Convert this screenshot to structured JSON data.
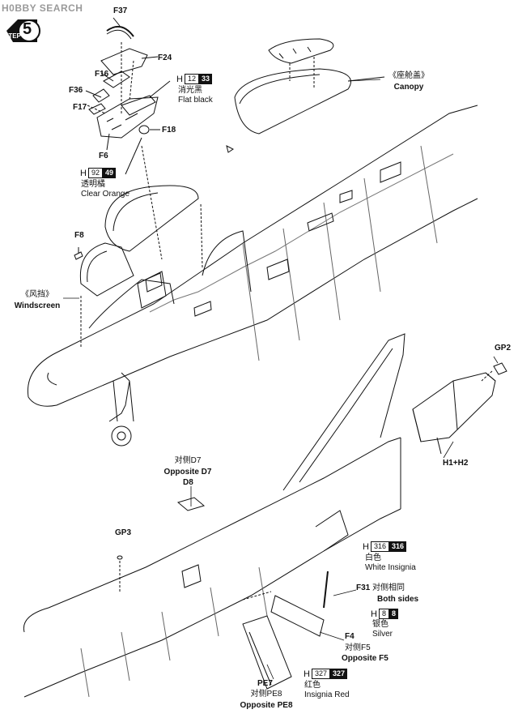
{
  "brand": "H0BBY SEARCH",
  "step": {
    "number": "5",
    "word": "STEP"
  },
  "parts": {
    "F37": "F37",
    "F24": "F24",
    "F16": "F16",
    "F36": "F36",
    "F17": "F17",
    "F18": "F18",
    "F6": "F6",
    "F8": "F8",
    "D8": "D8",
    "GP3": "GP3",
    "GP2": "GP2",
    "H1_H2": "H1+H2",
    "F31": "F31",
    "F4": "F4",
    "PE7": "PE7"
  },
  "callouts": {
    "canopy_cn": "《座舱盖》",
    "canopy_en": "Canopy",
    "windscreen_cn": "《风挡》",
    "windscreen_en": "Windscreen",
    "opp_d7_cn": "对侧D7",
    "opp_d7_en": "Opposite D7",
    "both_cn": "对侧相同",
    "both_en": "Both sides",
    "opp_f5_cn": "对侧F5",
    "opp_f5_en": "Opposite F5",
    "opp_pe8_cn": "对侧PE8",
    "opp_pe8_en": "Opposite PE8"
  },
  "paints": {
    "flat_black": {
      "h": "H",
      "codeA": "12",
      "codeB": "33",
      "cn": "消光黑",
      "en": "Flat black"
    },
    "clear_orange": {
      "h": "H",
      "codeA": "92",
      "codeB": "49",
      "cn": "透明橘",
      "en": "Clear Orange"
    },
    "white": {
      "h": "H",
      "codeA": "316",
      "codeB": "316",
      "cn": "白色",
      "en": "White Insignia"
    },
    "silver": {
      "h": "H",
      "codeA": "8",
      "codeB": "8",
      "cn": "银色",
      "en": "Silver"
    },
    "red": {
      "h": "H",
      "codeA": "327",
      "codeB": "327",
      "cn": "红色",
      "en": "Insignia Red"
    }
  },
  "colors": {
    "ink": "#111111",
    "watermark": "#9a9a9a"
  }
}
